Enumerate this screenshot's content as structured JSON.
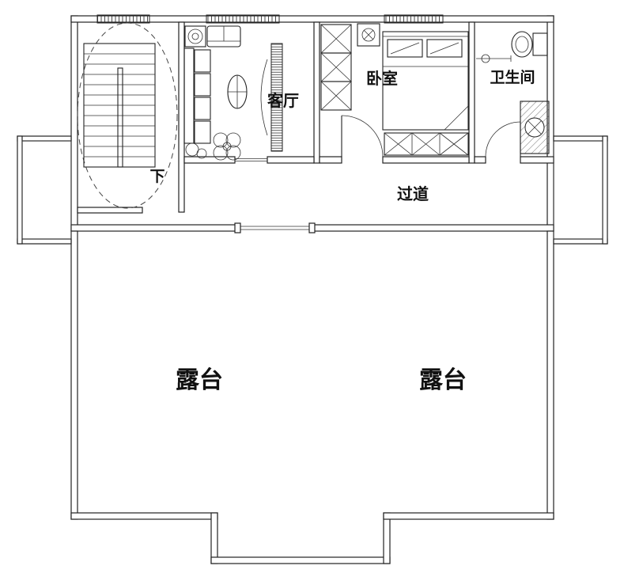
{
  "colors": {
    "line": "#222222",
    "background": "#ffffff"
  },
  "labels": {
    "living_room": "客厅",
    "bedroom": "卧室",
    "bathroom": "卫生间",
    "corridor": "过道",
    "terrace_left": "露台",
    "terrace_right": "露台",
    "stairs_down": "下"
  }
}
